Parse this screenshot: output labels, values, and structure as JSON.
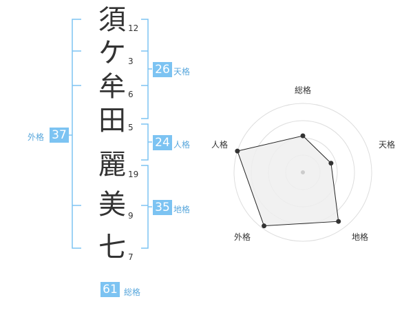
{
  "name": {
    "chars": [
      {
        "char": "須",
        "strokes": "12"
      },
      {
        "char": "ケ",
        "strokes": "3"
      },
      {
        "char": "牟",
        "strokes": "6"
      },
      {
        "char": "田",
        "strokes": "5"
      },
      {
        "char": "麗",
        "strokes": "19"
      },
      {
        "char": "美",
        "strokes": "9"
      },
      {
        "char": "七",
        "strokes": "7"
      }
    ]
  },
  "fortunes": {
    "tenkaku": {
      "label": "天格",
      "value": "26"
    },
    "jinkaku": {
      "label": "人格",
      "value": "24"
    },
    "chikaku": {
      "label": "地格",
      "value": "35"
    },
    "gaikaku": {
      "label": "外格",
      "value": "37"
    },
    "soukaku": {
      "label": "総格",
      "value": "61"
    }
  },
  "chart_data": {
    "type": "radar",
    "axes": [
      "総格",
      "天格",
      "地格",
      "外格",
      "人格"
    ],
    "values": [
      0.53,
      0.43,
      0.88,
      0.96,
      1.0
    ],
    "rings": 4,
    "colors": {
      "fill": "#eeeeee",
      "line": "#222222",
      "grid": "#dddddd",
      "bracket": "#7cc3f2"
    }
  }
}
